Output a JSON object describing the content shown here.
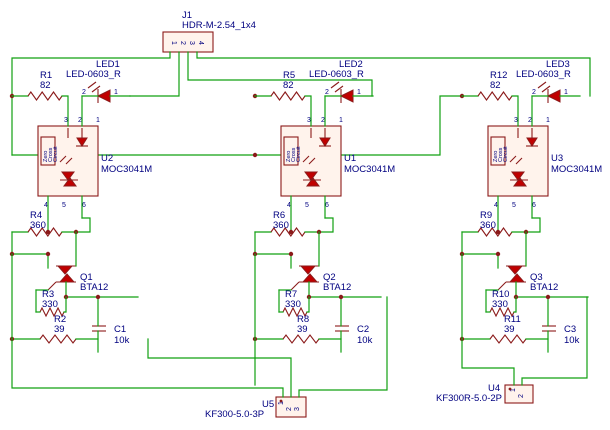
{
  "connector_j1": {
    "ref": "J1",
    "value": "HDR-M-2.54_1x4",
    "pins": [
      "1",
      "2",
      "3",
      "4"
    ]
  },
  "channels": [
    {
      "led": {
        "ref": "LED1",
        "value": "LED-0603_R",
        "pin_a": "2",
        "pin_k": "1"
      },
      "r_led": {
        "ref": "R1",
        "value": "82"
      },
      "opto": {
        "ref": "U2",
        "value": "MOC3041M",
        "text1": "Zero",
        "text2": "Cross",
        "text3": "Circuit",
        "pins": [
          "1",
          "2",
          "3",
          "4",
          "5",
          "6"
        ]
      },
      "r_gate": {
        "ref": "R4",
        "value": "360"
      },
      "triac": {
        "ref": "Q1",
        "value": "BTA12"
      },
      "r_snub_a": {
        "ref": "R3",
        "value": "330"
      },
      "r_snub_b": {
        "ref": "R2",
        "value": "39"
      },
      "cap": {
        "ref": "C1",
        "value": "10k"
      }
    },
    {
      "led": {
        "ref": "LED2",
        "value": "LED-0603_R",
        "pin_a": "2",
        "pin_k": "1"
      },
      "r_led": {
        "ref": "R5",
        "value": "82"
      },
      "opto": {
        "ref": "U1",
        "value": "MOC3041M",
        "text1": "Zero",
        "text2": "Cross",
        "text3": "Circuit",
        "pins": [
          "1",
          "2",
          "3",
          "4",
          "5",
          "6"
        ]
      },
      "r_gate": {
        "ref": "R6",
        "value": "360"
      },
      "triac": {
        "ref": "Q2",
        "value": "BTA12"
      },
      "r_snub_a": {
        "ref": "R7",
        "value": "330"
      },
      "r_snub_b": {
        "ref": "R8",
        "value": "39"
      },
      "cap": {
        "ref": "C2",
        "value": "10k"
      }
    },
    {
      "led": {
        "ref": "LED3",
        "value": "LED-0603_R",
        "pin_a": "2",
        "pin_k": "1"
      },
      "r_led": {
        "ref": "R12",
        "value": "82"
      },
      "opto": {
        "ref": "U3",
        "value": "MOC3041M",
        "text1": "Zero",
        "text2": "Cross",
        "text3": "Circuit",
        "pins": [
          "1",
          "2",
          "3",
          "4",
          "5",
          "6"
        ]
      },
      "r_gate": {
        "ref": "R9",
        "value": "360"
      },
      "triac": {
        "ref": "Q3",
        "value": "BTA12"
      },
      "r_snub_a": {
        "ref": "R10",
        "value": "330"
      },
      "r_snub_b": {
        "ref": "R11",
        "value": "39"
      },
      "cap": {
        "ref": "C3",
        "value": "10k"
      }
    }
  ],
  "terminal_u5": {
    "ref": "U5",
    "value": "KF300-5.0-3P",
    "pins": [
      "1",
      "2",
      "3"
    ]
  },
  "terminal_u4": {
    "ref": "U4",
    "value": "KF300R-5.0-2P",
    "pins": [
      "1",
      "2"
    ]
  },
  "colors": {
    "wire": "#11a011",
    "component": "#8b1a1a",
    "text": "#000080",
    "fill": "#c00000"
  }
}
